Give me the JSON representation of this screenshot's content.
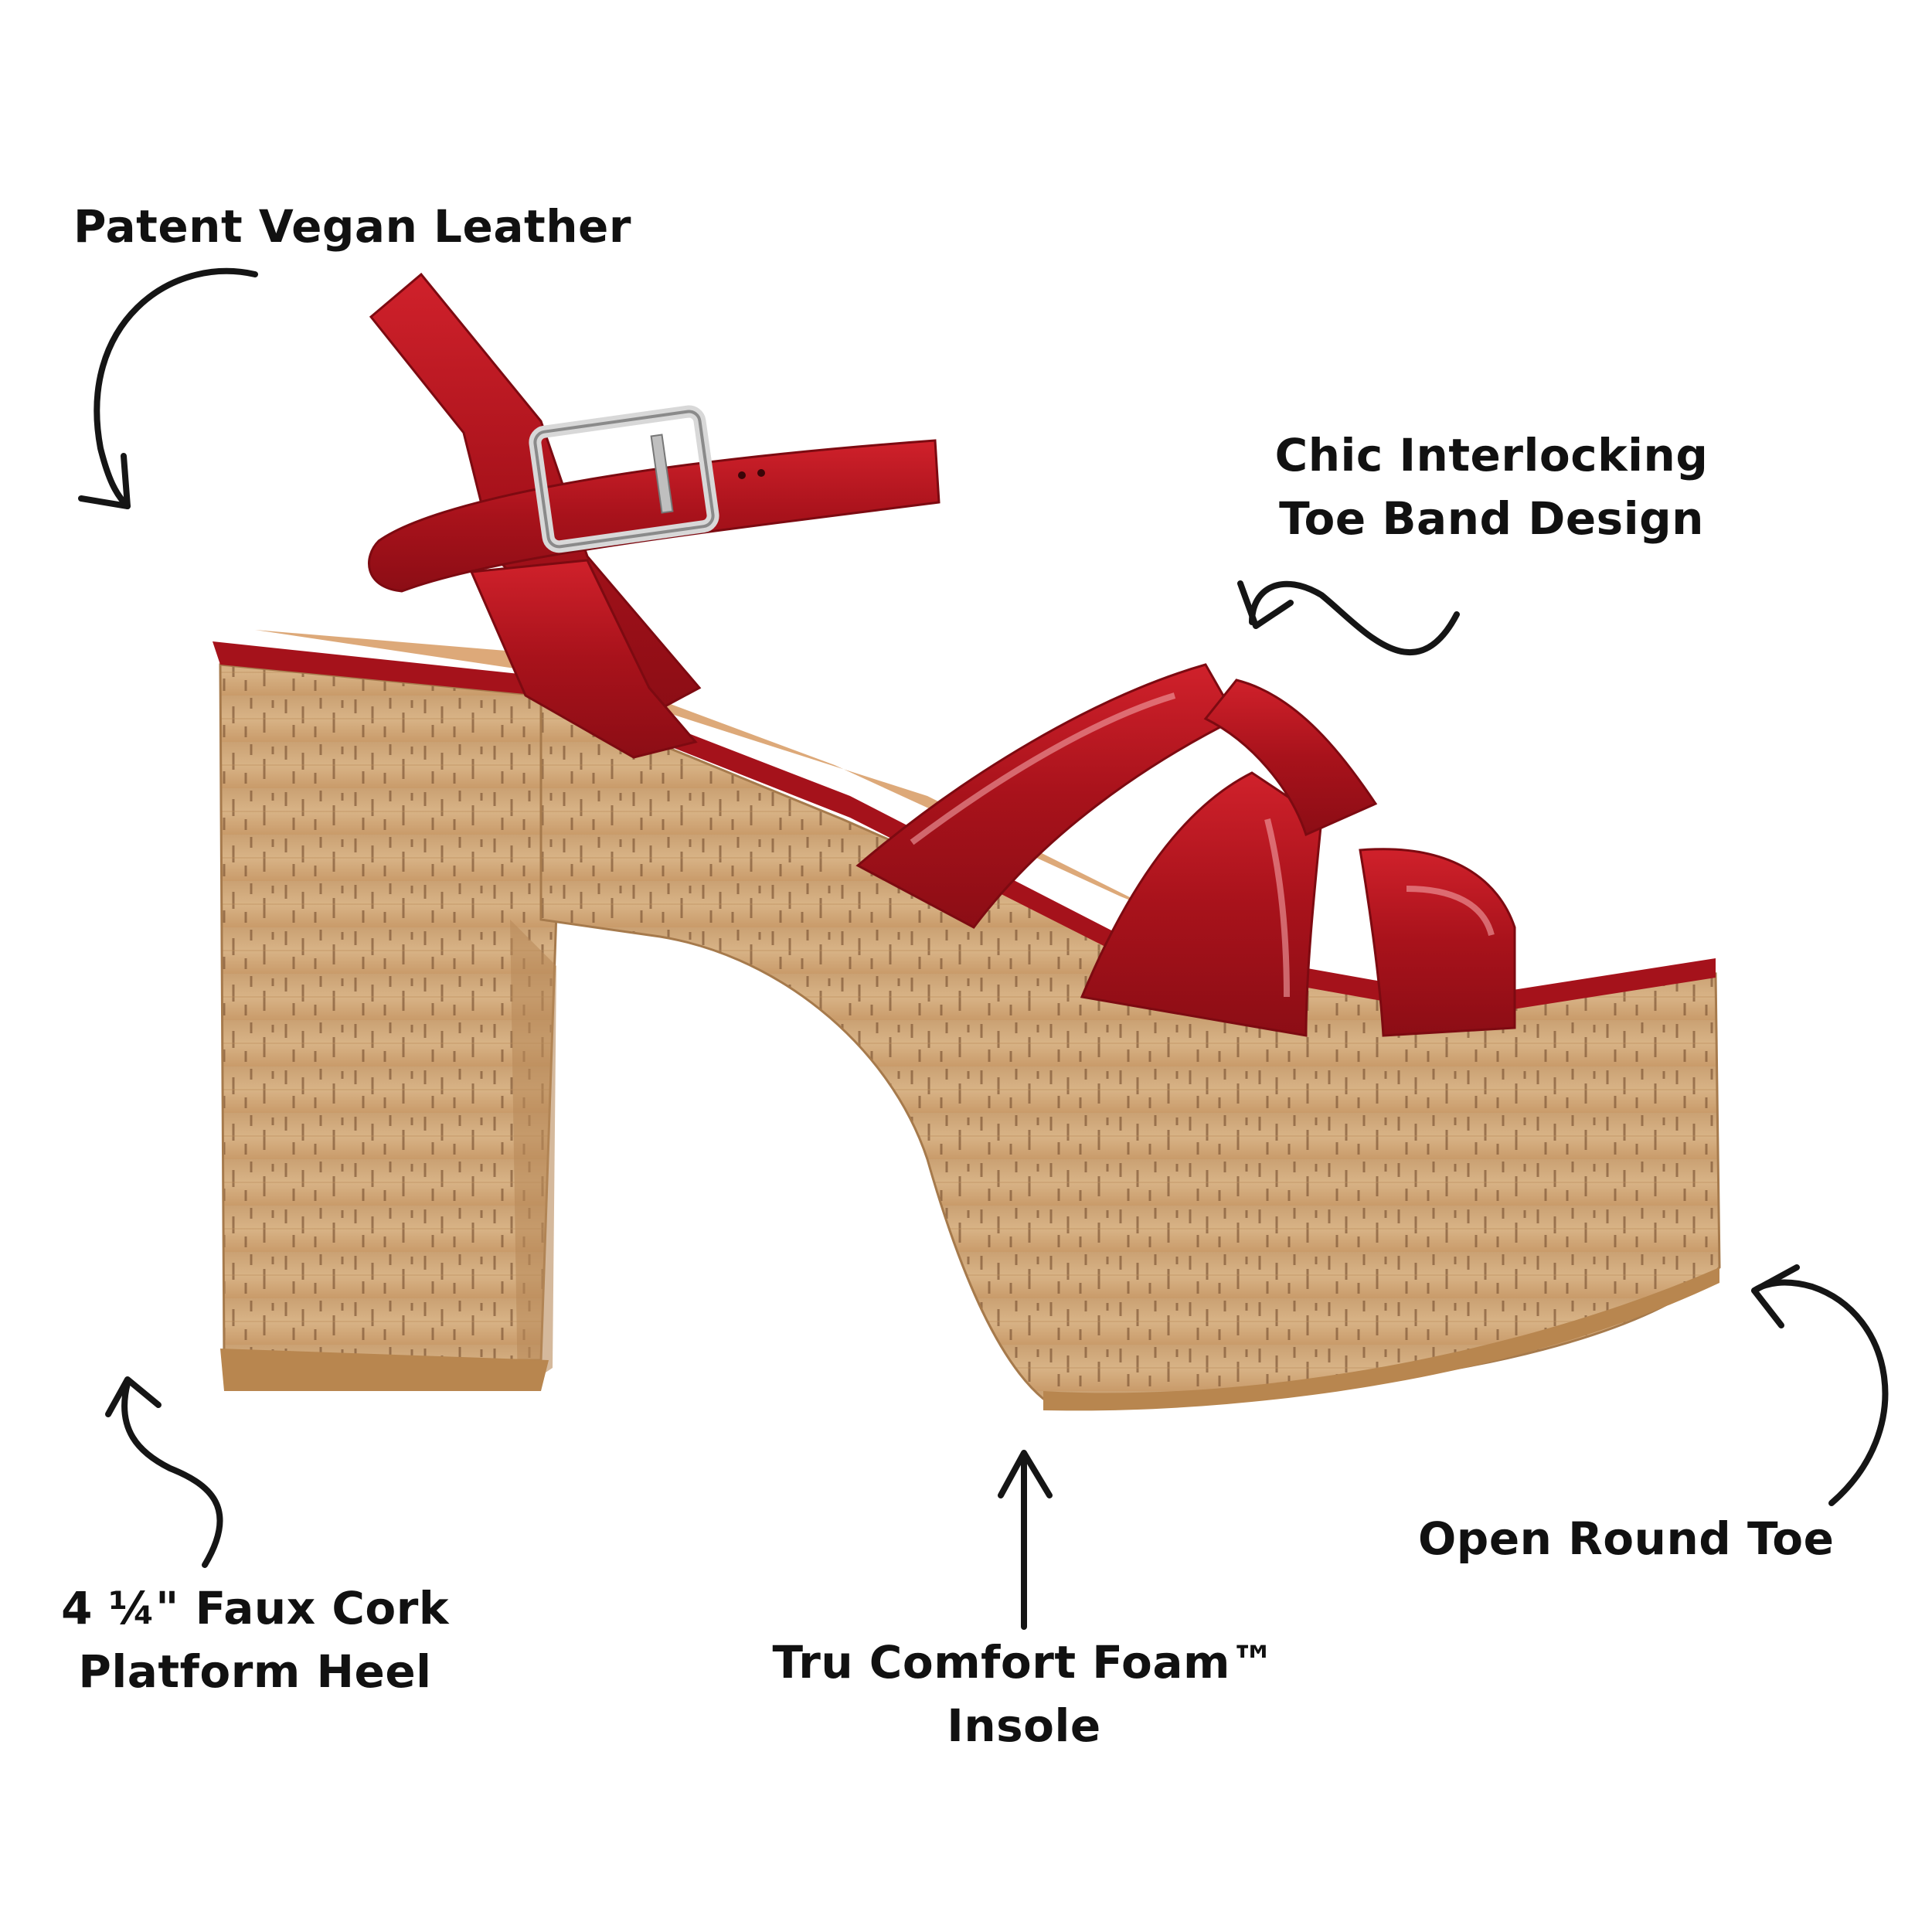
{
  "callouts": {
    "upper": {
      "leather": "Patent Vegan Leather",
      "toe_band_line1": "Chic Interlocking",
      "toe_band_line2": "Toe Band Design"
    },
    "lower": {
      "heel_line1": "4 ¼\" Faux Cork",
      "heel_line2": "Platform Heel",
      "insole_line1": "Tru Comfort Foam™",
      "insole_line2": "Insole",
      "toe": "Open Round Toe"
    }
  },
  "colors": {
    "patent_red": "#b3161f",
    "cork": "#d2ab7c",
    "buckle_metal": "#c9c9c9",
    "text": "#111111"
  }
}
